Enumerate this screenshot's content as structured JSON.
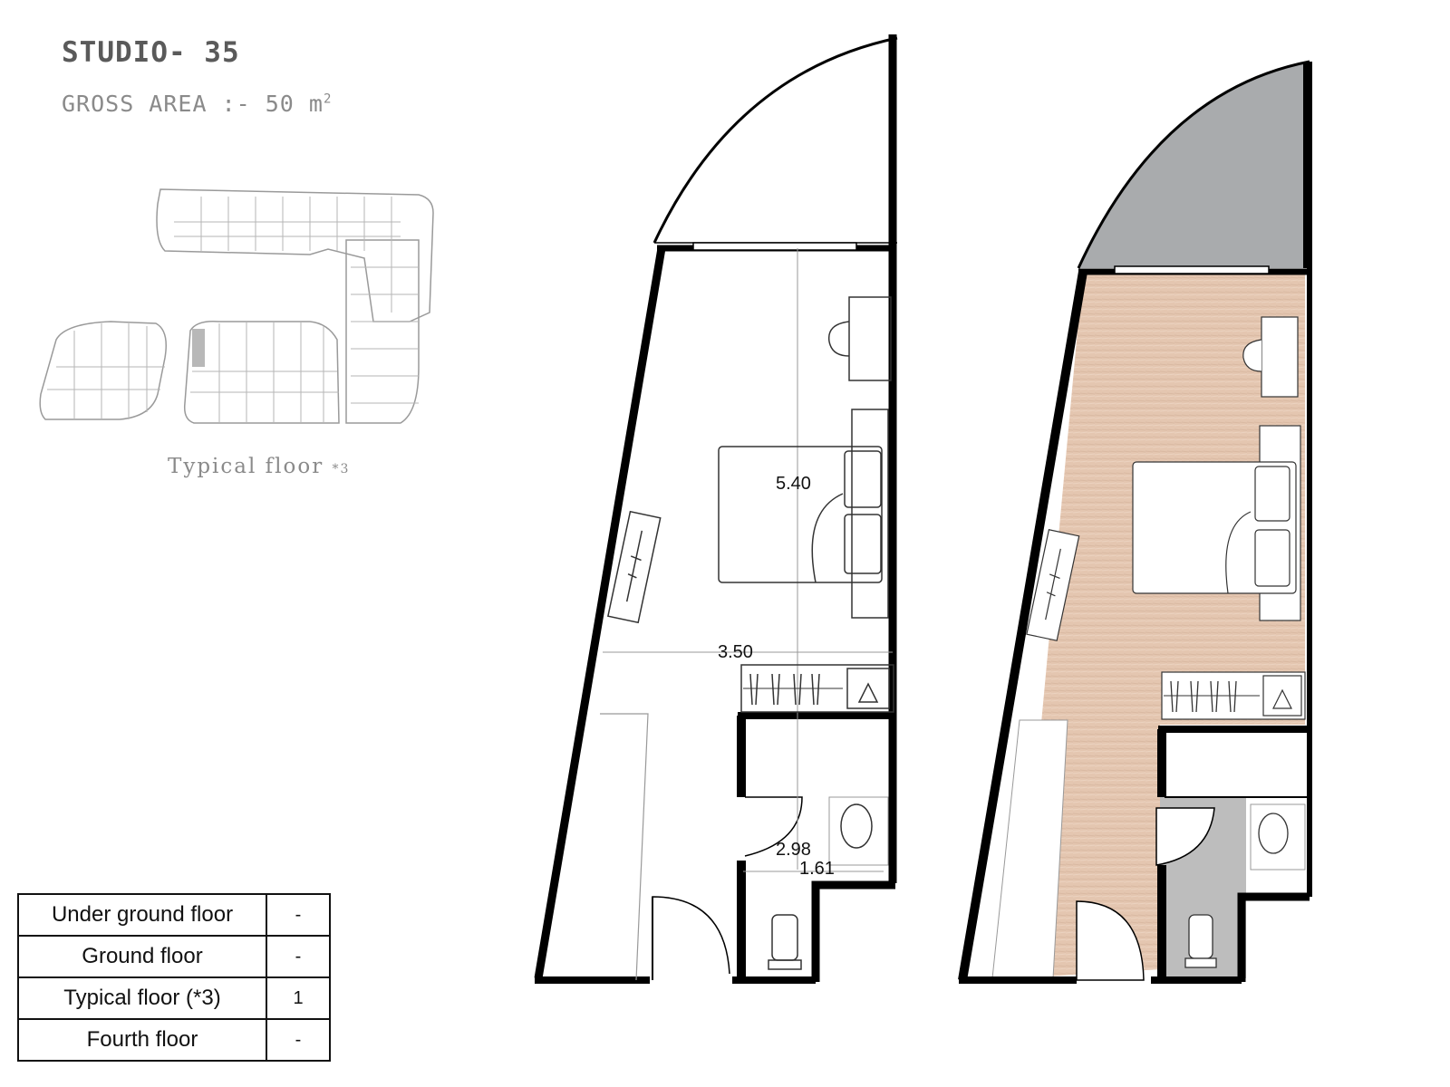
{
  "header": {
    "title": "STUDIO- 35",
    "area_prefix": "GROSS AREA :- 50 m",
    "area_sup": "2"
  },
  "key_plan": {
    "caption": "Typical floor",
    "multiplier": "*3"
  },
  "floor_table": {
    "rows": [
      {
        "floor": "Under ground floor",
        "count": "-"
      },
      {
        "floor": "Ground floor",
        "count": "-"
      },
      {
        "floor": "Typical  floor (*3)",
        "count": "1"
      },
      {
        "floor": "Fourth floor",
        "count": "-"
      }
    ]
  },
  "plan_dimensions": {
    "bedroom_length": "5.40",
    "room_width": "3.50",
    "bath_length": "2.98",
    "bath_width": "1.61"
  },
  "colors": {
    "wall": "#000000",
    "floor_finish": "#e6c9b4",
    "balcony": "#a9abad",
    "bathroom": "#bdbdbd"
  }
}
